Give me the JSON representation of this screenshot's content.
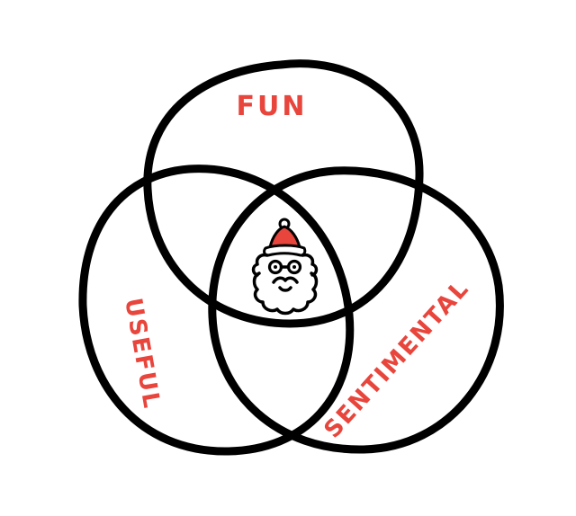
{
  "diagram": {
    "type": "venn-3",
    "colors": {
      "outline": "#000000",
      "label": "#e8453c",
      "hat": "#e8453c",
      "background": "#ffffff"
    },
    "sets": [
      {
        "id": "top",
        "label": "FUN"
      },
      {
        "id": "left",
        "label": "USEFUL"
      },
      {
        "id": "right",
        "label": "SENTIMENTAL"
      }
    ],
    "center": {
      "icon": "santa-face-icon"
    }
  }
}
